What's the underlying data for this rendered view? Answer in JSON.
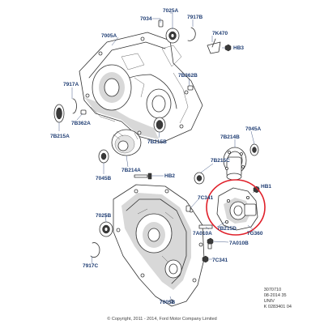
{
  "labels": {
    "l_7034": "7034",
    "l_7025A": "7025A",
    "l_7917B": "7917B",
    "l_7005A": "7005A",
    "l_7K470": "7K470",
    "l_HB3": "HB3",
    "l_7917A": "7917A",
    "l_7B362B": "7B362B",
    "l_7B362A": "7B362A",
    "l_7B215A": "7B215A",
    "l_7B215B": "7B215B",
    "l_7B214B": "7B214B",
    "l_7045A": "7045A",
    "l_7B215C": "7B215C",
    "l_7045B": "7045B",
    "l_7B214A": "7B214A",
    "l_HB2": "HB2",
    "l_HB1": "HB1",
    "l_7C341a": "7C341",
    "l_7025B": "7025B",
    "l_7G360": "7G360",
    "l_7A010A": "7A010A",
    "l_7B215D": "7B215D",
    "l_7A010B": "7A010B",
    "l_7917C": "7917C",
    "l_7C341b": "7C341",
    "l_7005B": "7005B"
  },
  "info": {
    "line1": "3070710",
    "line2": "08-2014 35",
    "line3": "UNIV",
    "line4": "K 0283401 04"
  },
  "copyright": "© Copyright, 2011 - 2014, Ford Motor Company Limited",
  "colors": {
    "label": "#1f3d73",
    "highlight": "#e0202a"
  }
}
